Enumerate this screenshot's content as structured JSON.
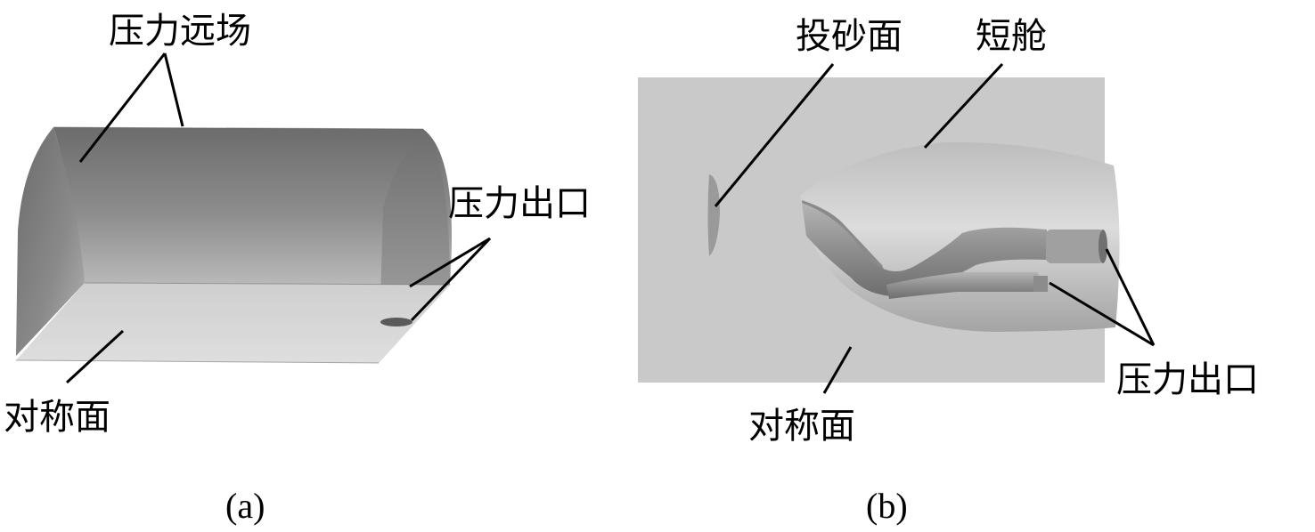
{
  "panel_a": {
    "caption": "(a)",
    "labels": {
      "pressure_farfield": "压力远场",
      "pressure_outlet": "压力出口",
      "symmetry_plane": "对称面"
    }
  },
  "panel_b": {
    "caption": "(b)",
    "labels": {
      "sand_injection_face": "投砂面",
      "nacelle": "短舱",
      "pressure_outlet": "压力出口",
      "symmetry_plane": "对称面"
    }
  }
}
